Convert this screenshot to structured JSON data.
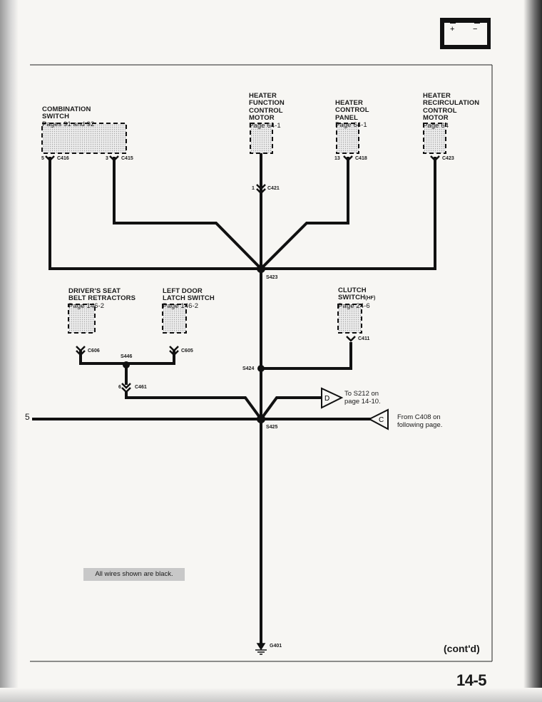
{
  "components": {
    "combination_switch": {
      "name": "COMBINATION\nSWITCH",
      "page": "Pages 91 and 92"
    },
    "heater_function_motor": {
      "name": "HEATER\nFUNCTION\nCONTROL\nMOTOR",
      "page": "Page 64-1"
    },
    "heater_control_panel": {
      "name": "HEATER\nCONTROL\nPANEL",
      "page": "Page 64-1"
    },
    "heater_recirc_motor": {
      "name": "HEATER\nRECIRCULATION\nCONTROL\nMOTOR",
      "page": "Page 64"
    },
    "drivers_seat_belt": {
      "name": "DRIVER'S SEAT\nBELT RETRACTORS",
      "page": "Page 146-2"
    },
    "left_door_latch": {
      "name": "LEFT DOOR\nLATCH SWITCH",
      "page": "Page 146-2"
    },
    "clutch_switch": {
      "name": "CLUTCH\nSWITCH",
      "suffix": "(HF)",
      "page": "Page 24-6"
    }
  },
  "connectors": {
    "c416": "C416",
    "c416_pin": "5",
    "c415": "C415",
    "c415_pin": "3",
    "c421": "C421",
    "c421_pin": "1",
    "c418": "C418",
    "c418_pin": "13",
    "c423": "C423",
    "c606": "C606",
    "c605": "C605",
    "c461": "C461",
    "c461_pin": "6",
    "c411": "C411"
  },
  "splices": {
    "s423": "S423",
    "s424": "S424",
    "s425": "S425",
    "s446": "S446"
  },
  "ground": "G401",
  "refs": {
    "d_letter": "D",
    "d_text": "To S212 on\npage 14-10.",
    "c_letter": "C",
    "c_text": "From C408 on\nfollowing page.",
    "left_edge": "5"
  },
  "note": "All wires shown are black.",
  "footer": {
    "contd": "(cont'd)",
    "page_number": "14-5"
  },
  "battery_icon": {
    "plus": "+",
    "minus": "−"
  }
}
